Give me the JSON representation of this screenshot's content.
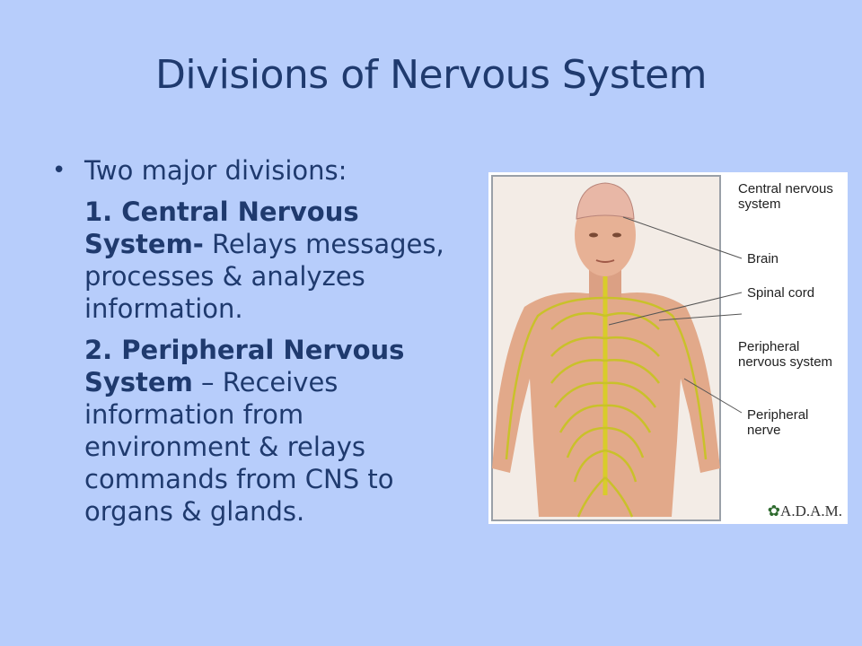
{
  "slide": {
    "title": "Divisions of Nervous System",
    "bullet": "Two major divisions:",
    "items": [
      {
        "bold": "1. Central Nervous System-",
        "text": " Relays messages, processes & analyzes information."
      },
      {
        "bold": "2.  Peripheral Nervous System",
        "text": " – Receives information from environment & relays commands from CNS to organs & glands."
      }
    ]
  },
  "figure": {
    "labels": {
      "cns": "Central nervous system",
      "brain": "Brain",
      "spinal": "Spinal cord",
      "pns": "Peripheral nervous system",
      "nerve": "Peripheral nerve"
    },
    "credit": "A.D.A.M."
  }
}
